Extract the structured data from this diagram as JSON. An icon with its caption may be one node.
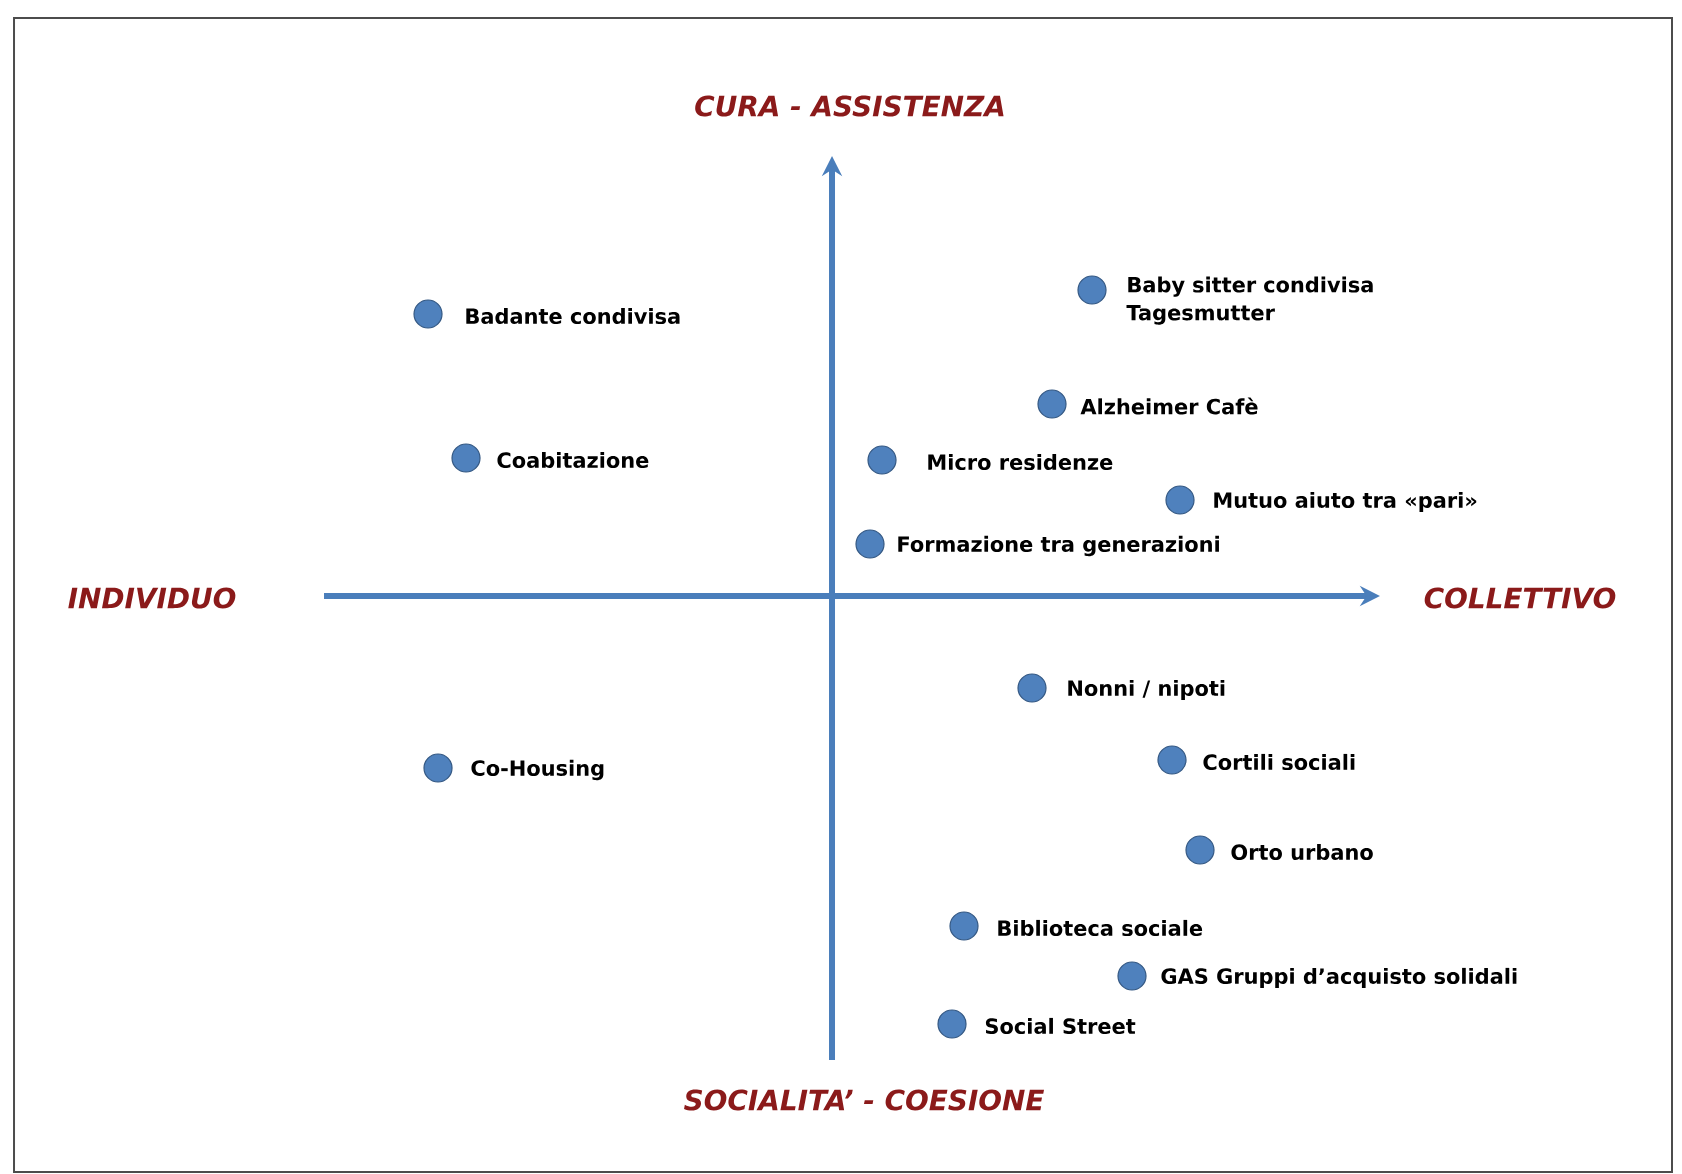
{
  "diagram": {
    "nodes": [
      {
        "text": [
          "Badante condivisa"
        ]
      },
      {
        "text": [
          "Coabitazione"
        ]
      },
      {
        "text": [
          "Baby sitter condivisa Tagesmutter"
        ]
      },
      {
        "text": [
          "Alzheimer Cafè"
        ]
      },
      {
        "text": [
          "Micro residenze"
        ]
      },
      {
        "text": [
          "Mutuo aiuto tra «pari»"
        ]
      },
      {
        "text": [
          "Formazione tra generazioni"
        ]
      },
      {
        "text": [
          "Nonni / nipoti"
        ]
      },
      {
        "text": [
          "Co-Housing"
        ]
      },
      {
        "text": [
          "Cortili sociali"
        ]
      },
      {
        "text": [
          "Orto urbano"
        ]
      },
      {
        "text": [
          "Biblioteca sociale"
        ]
      },
      {
        "text": [
          "GAS Gruppi d’acquisto solidali"
        ]
      },
      {
        "text": [
          "Social Street"
        ]
      }
    ],
    "labels": [
      "CURA - ASSISTENZA",
      "INDIVIDUO",
      "COLLETTIVO",
      "SOCIALITA’ - COESIONE"
    ]
  }
}
